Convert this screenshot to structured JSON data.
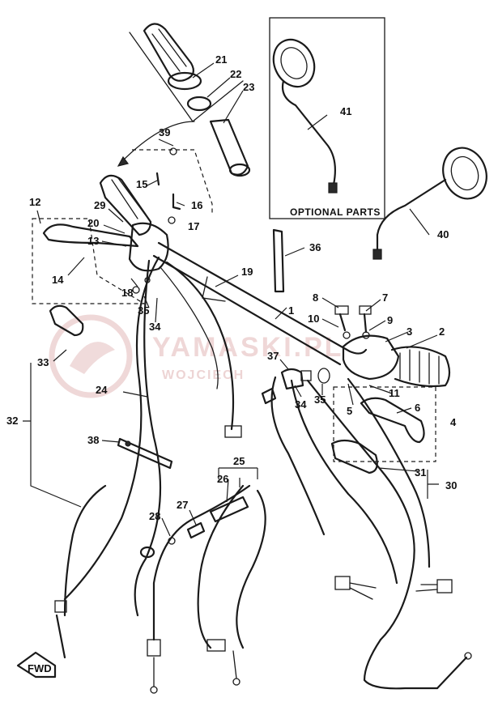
{
  "diagram": {
    "optional_parts_label": "OPTIONAL PARTS",
    "fwd_label": "FWD",
    "watermark": {
      "brand": "YAMASKI.PL",
      "sub": "WOJCIECH"
    },
    "callouts": [
      "1",
      "2",
      "3",
      "4",
      "5",
      "6",
      "7",
      "8",
      "9",
      "10",
      "11",
      "12",
      "13",
      "14",
      "15",
      "16",
      "17",
      "18",
      "19",
      "20",
      "21",
      "22",
      "23",
      "24",
      "25",
      "26",
      "27",
      "28",
      "29",
      "30",
      "31",
      "32",
      "33",
      "34",
      "35",
      "36",
      "37",
      "38",
      "39",
      "40",
      "41"
    ]
  },
  "colors": {
    "ink": "#1a1a1a",
    "watermark": "#e2b8b8"
  }
}
